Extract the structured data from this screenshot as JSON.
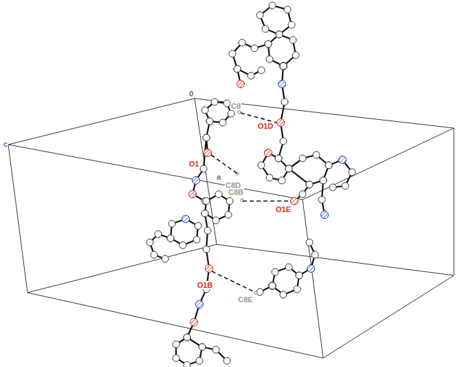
{
  "diagram": {
    "labels": [
      "0",
      "c",
      "C8",
      "O1D",
      "O1",
      "C8D",
      "a",
      "C8B",
      "O1E",
      "O1B",
      "C8E"
    ]
  }
}
